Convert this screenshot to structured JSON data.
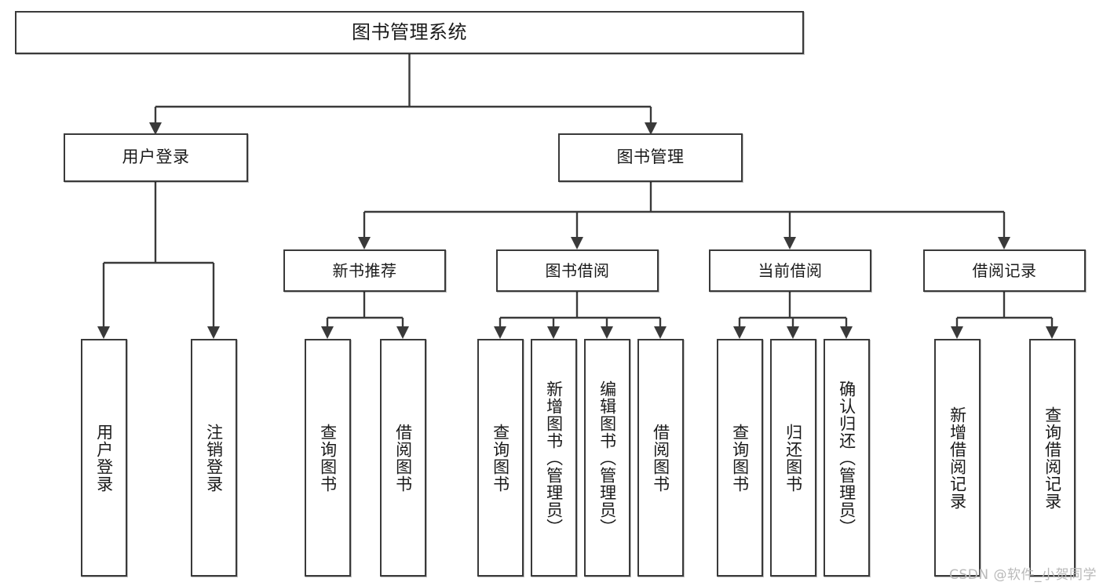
{
  "diagram": {
    "type": "tree",
    "title": "图书管理系统",
    "root": {
      "id": "root",
      "label": "图书管理系统"
    },
    "level2": [
      {
        "id": "user-login",
        "label": "用户登录"
      },
      {
        "id": "book-manage",
        "label": "图书管理"
      }
    ],
    "level3": [
      {
        "id": "new-book-recommend",
        "label": "新书推荐"
      },
      {
        "id": "book-borrow",
        "label": "图书借阅"
      },
      {
        "id": "current-borrow",
        "label": "当前借阅"
      },
      {
        "id": "borrow-record",
        "label": "借阅记录"
      }
    ],
    "leaves": {
      "user_login": [
        {
          "id": "leaf-user-login",
          "label": "用户登录"
        },
        {
          "id": "leaf-logout",
          "label": "注销登录"
        }
      ],
      "new_book_recommend": [
        {
          "id": "leaf-query-book-1",
          "label": "查询图书"
        },
        {
          "id": "leaf-borrow-book-1",
          "label": "借阅图书"
        }
      ],
      "book_borrow": [
        {
          "id": "leaf-query-book-2",
          "label": "查询图书"
        },
        {
          "id": "leaf-add-book",
          "label": "新增图书（管理员）"
        },
        {
          "id": "leaf-edit-book",
          "label": "编辑图书（管理员）"
        },
        {
          "id": "leaf-borrow-book-2",
          "label": "借阅图书"
        }
      ],
      "current_borrow": [
        {
          "id": "leaf-query-book-3",
          "label": "查询图书"
        },
        {
          "id": "leaf-return-book",
          "label": "归还图书"
        },
        {
          "id": "leaf-confirm-return",
          "label": "确认归还（管理员）"
        }
      ],
      "borrow_record": [
        {
          "id": "leaf-add-record",
          "label": "新增借阅记录"
        },
        {
          "id": "leaf-query-record",
          "label": "查询借阅记录"
        }
      ]
    },
    "colors": {
      "stroke": "#3a3a3a",
      "fill": "#ffffff",
      "text": "#1a1a1a",
      "watermark": "#b9b9b9"
    }
  },
  "watermark": {
    "text": "CSDN @软件_小贺同学"
  }
}
